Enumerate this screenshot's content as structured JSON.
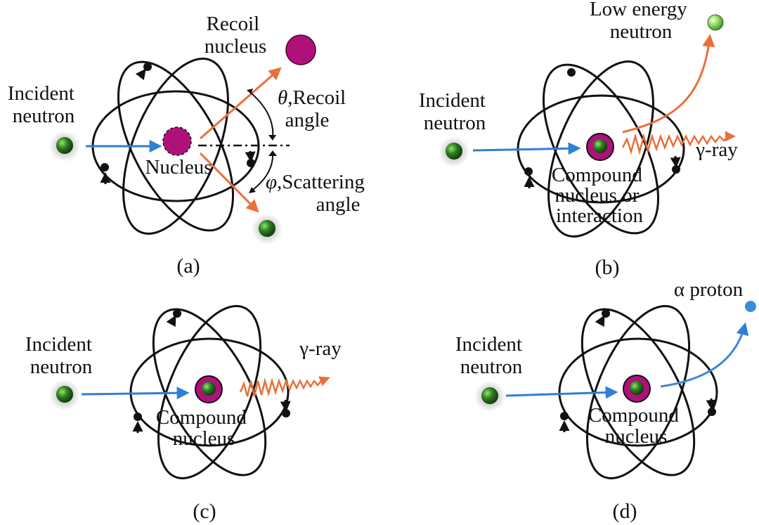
{
  "colors": {
    "orbit": "#111111",
    "incident_arrow": "#2f7fd6",
    "recoil_arrow": "#ea6f3a",
    "gamma_ray": "#ea6f3a",
    "alpha_arrow": "#3d88d8",
    "nucleus": "#b0107a",
    "neutron_dark": "#1f5e1a",
    "neutron_light": "#7fd35a",
    "proton": "#3b8be0"
  },
  "panels": {
    "a": {
      "caption": "(a)",
      "incident_label": [
        "Incident",
        "neutron"
      ],
      "nucleus_label": "Nucleus",
      "recoil_label": [
        "Recoil",
        "nucleus"
      ],
      "theta_symbol": "θ",
      "theta_label": ",Recoil",
      "theta_label2": "angle",
      "phi_symbol": "φ",
      "phi_label": ",Scattering",
      "phi_label2": "angle"
    },
    "b": {
      "caption": "(b)",
      "incident_label": [
        "Incident",
        "neutron"
      ],
      "compound_label": [
        "Compound",
        "nucleus or",
        "interaction"
      ],
      "low_energy_label": [
        "Low energy",
        "neutron"
      ],
      "gamma_label": "γ-ray"
    },
    "c": {
      "caption": "(c)",
      "incident_label": [
        "Incident",
        "neutron"
      ],
      "compound_label": [
        "Compound",
        "nucleus"
      ],
      "gamma_label": "γ-ray"
    },
    "d": {
      "caption": "(d)",
      "incident_label": [
        "Incident",
        "neutron"
      ],
      "compound_label": [
        "Compound",
        "nucleus"
      ],
      "proton_label": "α proton"
    }
  }
}
